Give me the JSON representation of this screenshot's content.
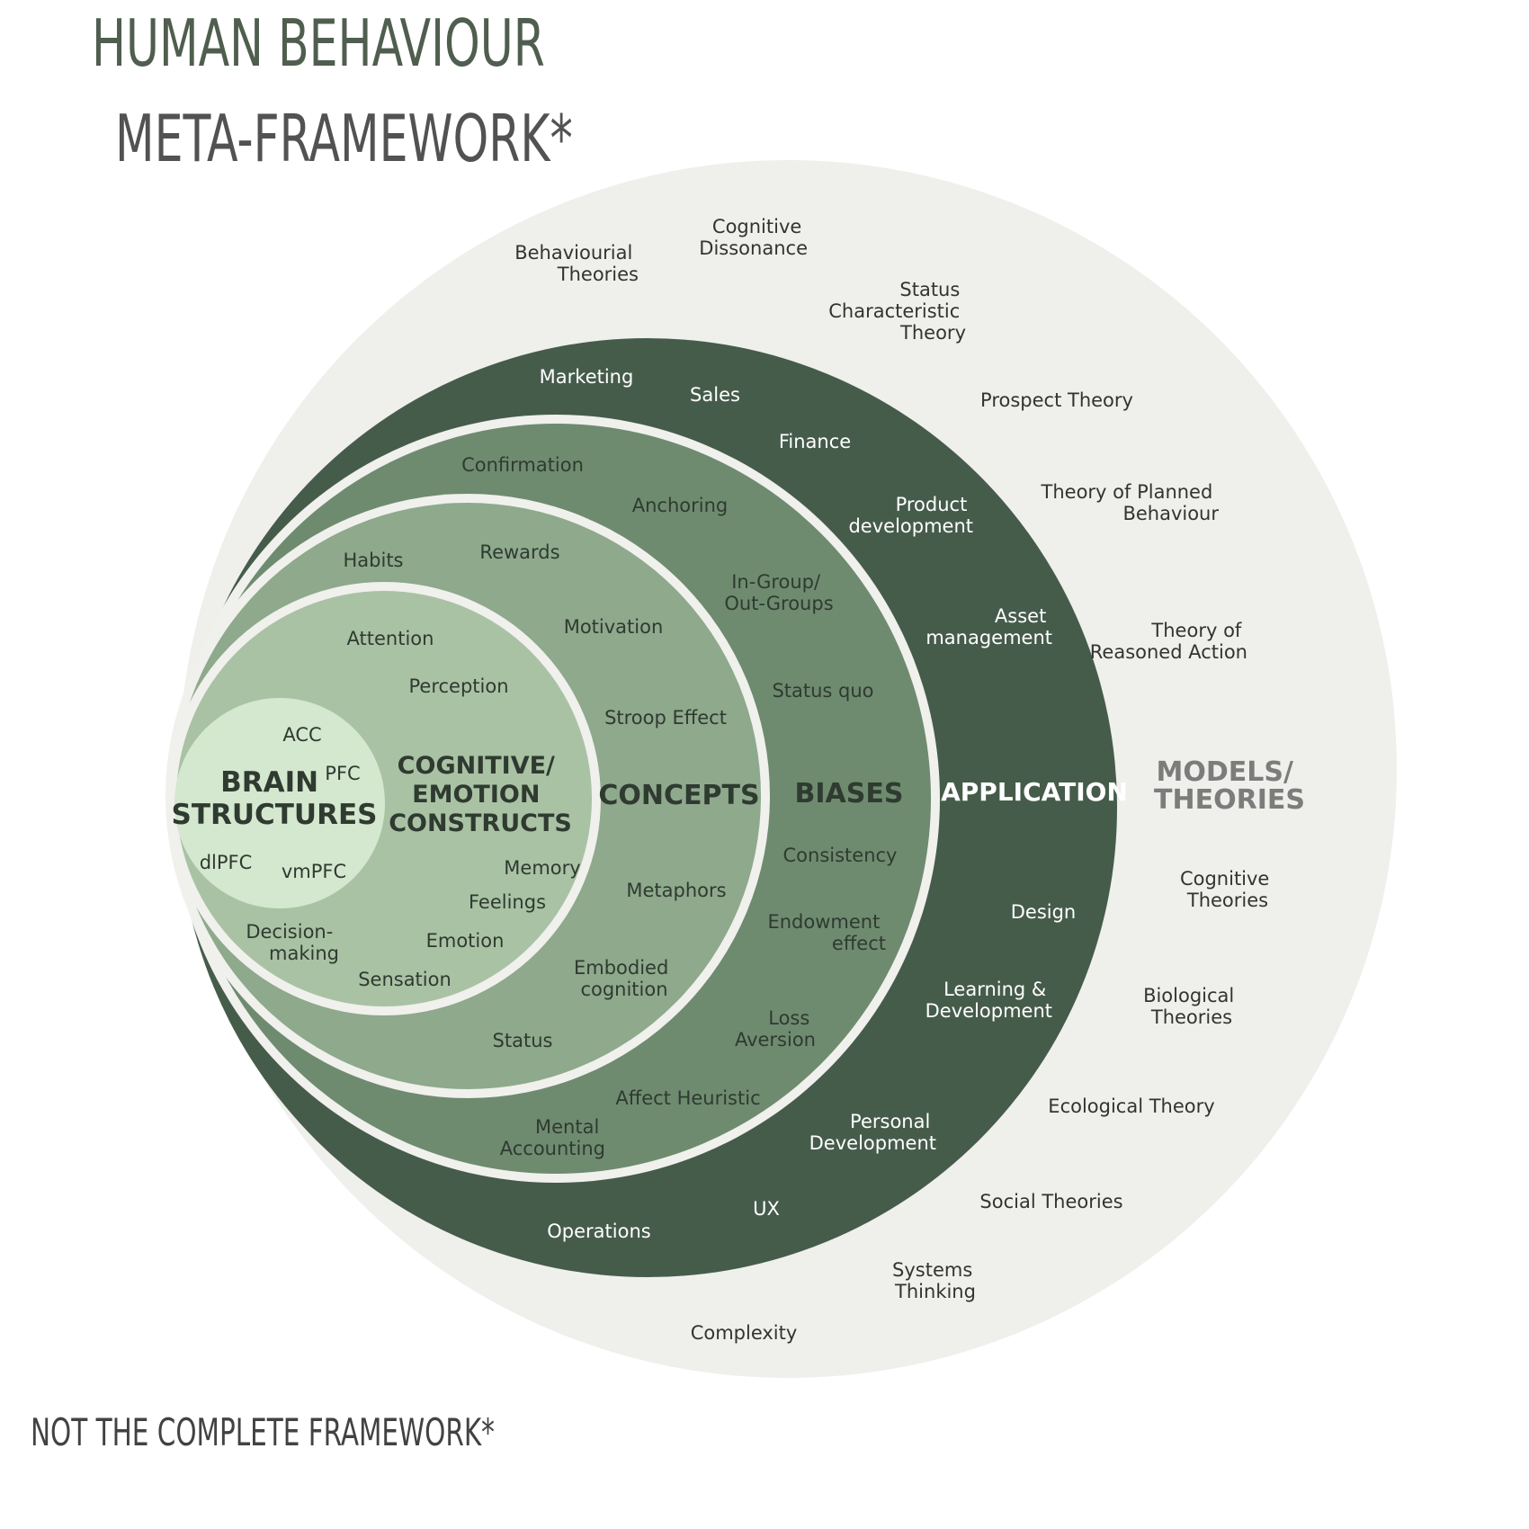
{
  "title_line1": "HUMAN BEHAVIOUR",
  "title_line2": "META-FRAMEWORK*",
  "footnote": "NOT THE COMPLETE FRAMEWORK*",
  "colors": {
    "title_green": "#4f5e4e",
    "models_ring": "#efefec",
    "application_ring": "#465c4b",
    "biases_ring": "#6e8b6f",
    "concepts_ring": "#8ea98c",
    "constructs_ring": "#a9c2a4",
    "brain_core": "#d4e7cf",
    "separator": "#f0f0ec"
  },
  "layers": {
    "models": {
      "heading": [
        "MODELS/",
        "THEORIES"
      ],
      "items": {
        "behavioural": [
          "Behaviourial",
          "Theories"
        ],
        "cognitive_dissonance": [
          "Cognitive",
          "Dissonance"
        ],
        "status_characteristic": [
          "Status",
          "Characteristic",
          "Theory"
        ],
        "prospect": [
          "Prospect Theory"
        ],
        "planned_behaviour": [
          "Theory of Planned",
          "Behaviour"
        ],
        "reasoned_action": [
          "Theory of",
          "Reasoned Action"
        ],
        "cognitive_theories": [
          "Cognitive",
          "Theories"
        ],
        "biological": [
          "Biological",
          "Theories"
        ],
        "ecological": [
          "Ecological Theory"
        ],
        "social": [
          "Social Theories"
        ],
        "systems": [
          "Systems",
          "Thinking"
        ],
        "complexity": [
          "Complexity"
        ]
      }
    },
    "application": {
      "heading": [
        "APPLICATION"
      ],
      "items": {
        "marketing": [
          "Marketing"
        ],
        "sales": [
          "Sales"
        ],
        "finance": [
          "Finance"
        ],
        "product": [
          "Product",
          "development"
        ],
        "asset": [
          "Asset",
          "management"
        ],
        "design": [
          "Design"
        ],
        "learning": [
          "Learning &",
          "Development"
        ],
        "personal": [
          "Personal",
          "Development"
        ],
        "ux": [
          "UX"
        ],
        "operations": [
          "Operations"
        ]
      }
    },
    "biases": {
      "heading": [
        "BIASES"
      ],
      "items": {
        "confirmation": [
          "Confirmation"
        ],
        "anchoring": [
          "Anchoring"
        ],
        "ingroup": [
          "In-Group/",
          "Out-Groups"
        ],
        "status_quo": [
          "Status quo"
        ],
        "consistency": [
          "Consistency"
        ],
        "endowment": [
          "Endowment",
          "effect"
        ],
        "loss_aversion": [
          "Loss",
          "Aversion"
        ],
        "affect_heuristic": [
          "Affect Heuristic"
        ],
        "mental_accounting": [
          "Mental",
          "Accounting"
        ]
      }
    },
    "concepts": {
      "heading": [
        "CONCEPTS"
      ],
      "items": {
        "habits": [
          "Habits"
        ],
        "rewards": [
          "Rewards"
        ],
        "motivation": [
          "Motivation"
        ],
        "stroop": [
          "Stroop Effect"
        ],
        "metaphors": [
          "Metaphors"
        ],
        "embodied": [
          "Embodied",
          "cognition"
        ],
        "status": [
          "Status"
        ]
      }
    },
    "constructs": {
      "heading": [
        "COGNITIVE/",
        "EMOTION",
        "CONSTRUCTS"
      ],
      "items": {
        "attention": [
          "Attention"
        ],
        "perception": [
          "Perception"
        ],
        "memory": [
          "Memory"
        ],
        "feelings": [
          "Feelings"
        ],
        "emotion": [
          "Emotion"
        ],
        "decision": [
          "Decision-",
          "making"
        ],
        "sensation": [
          "Sensation"
        ]
      }
    },
    "brain": {
      "heading": [
        "BRAIN",
        "STRUCTURES"
      ],
      "items": {
        "acc": [
          "ACC"
        ],
        "pfc": [
          "PFC"
        ],
        "dlpfc": [
          "dlPFC"
        ],
        "vmpfc": [
          "vmPFC"
        ]
      }
    }
  }
}
